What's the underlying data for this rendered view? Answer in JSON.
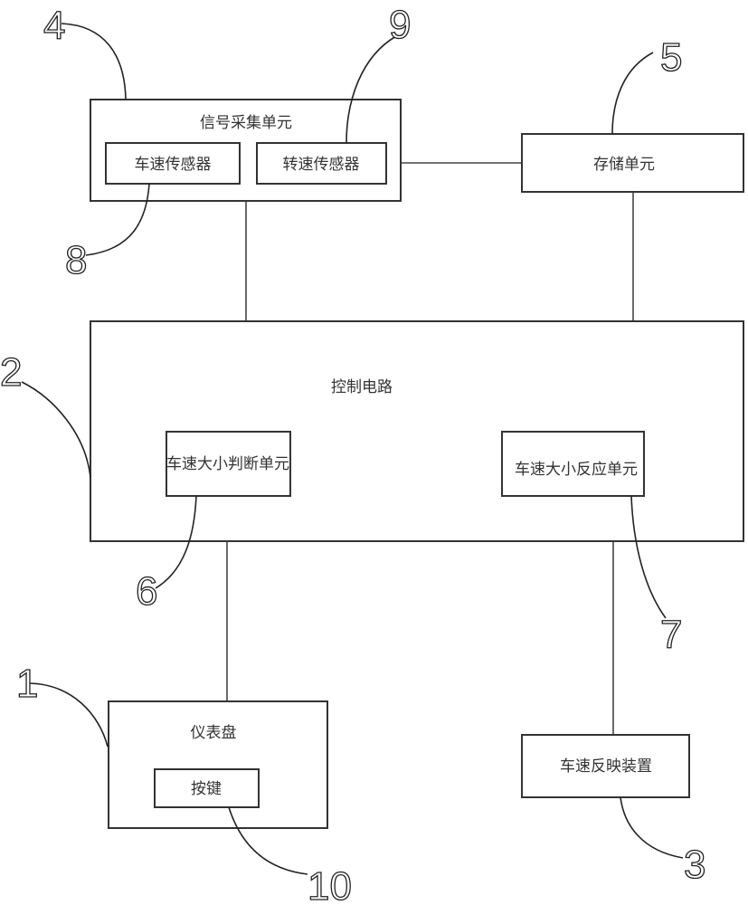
{
  "diagram": {
    "blocks": {
      "signal_unit": {
        "label": "信号采集单元",
        "ref": "4"
      },
      "vehicle_speed_sensor": {
        "label": "车速传感器",
        "ref": "8"
      },
      "rotation_speed_sensor": {
        "label": "转速传感器",
        "ref": "9"
      },
      "storage_unit": {
        "label": "存储单元",
        "ref": "5"
      },
      "control_circuit": {
        "label": "控制电路",
        "ref": "2"
      },
      "speed_judge_unit": {
        "label": "车速大小判断单元",
        "ref": "6"
      },
      "speed_reaction_unit": {
        "label": "车速大小反应单元",
        "ref": "7"
      },
      "dashboard": {
        "label": "仪表盘",
        "ref": "1"
      },
      "key_button": {
        "label": "按键",
        "ref": "10"
      },
      "speed_reflection_device": {
        "label": "车速反映装置",
        "ref": "3"
      }
    },
    "connections": [
      {
        "from": "signal_unit",
        "to": "storage_unit"
      },
      {
        "from": "signal_unit",
        "to": "control_circuit"
      },
      {
        "from": "storage_unit",
        "to": "control_circuit"
      },
      {
        "from": "control_circuit",
        "to": "dashboard"
      },
      {
        "from": "control_circuit",
        "to": "speed_reflection_device"
      }
    ],
    "colors": {
      "line": "#333333",
      "background": "#ffffff"
    }
  }
}
